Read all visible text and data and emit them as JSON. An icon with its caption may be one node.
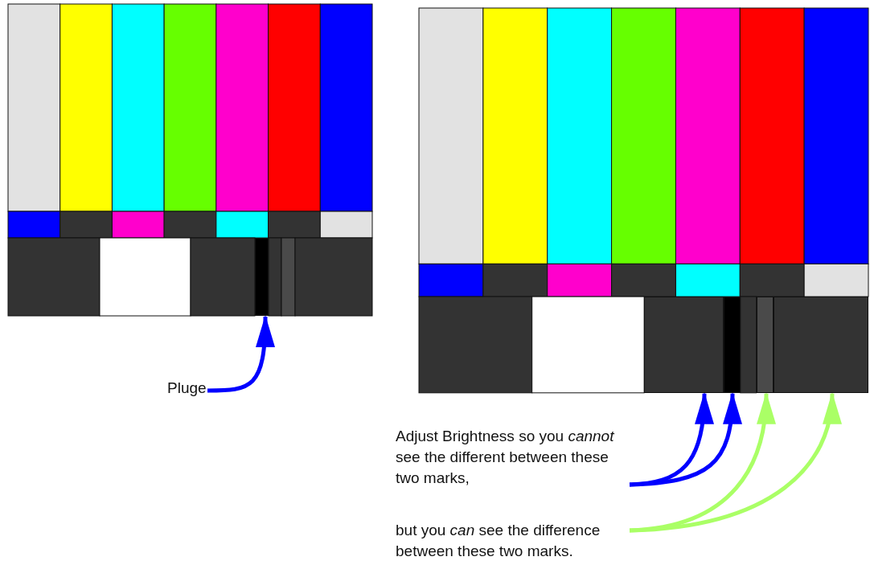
{
  "diagram": {
    "nodes": [
      {
        "text": [],
        "shape": "bar"
      },
      {
        "text": [
          "Pluge"
        ]
      },
      {
        "text": [],
        "shape": "bar"
      },
      {
        "text": [],
        "shape": "bar"
      },
      {
        "text": [],
        "shape": "bar"
      },
      {
        "text": [],
        "shape": "bar"
      },
      {
        "text": [
          "Adjust Brightness so you *cannot* see the different between these two marks,"
        ]
      },
      {
        "text": [
          "but you *can* see the difference between these two marks."
        ]
      }
    ],
    "edges": [
      {
        "from": 1,
        "to": 0,
        "arrow": "to"
      },
      {
        "from": 6,
        "to": 2,
        "arrow": "to"
      },
      {
        "from": 6,
        "to": 3,
        "arrow": "to"
      },
      {
        "from": 7,
        "to": 4,
        "arrow": "to",
        "color": "#aaff66"
      },
      {
        "from": 7,
        "to": 5,
        "arrow": "to",
        "color": "#aaff66"
      }
    ]
  }
}
